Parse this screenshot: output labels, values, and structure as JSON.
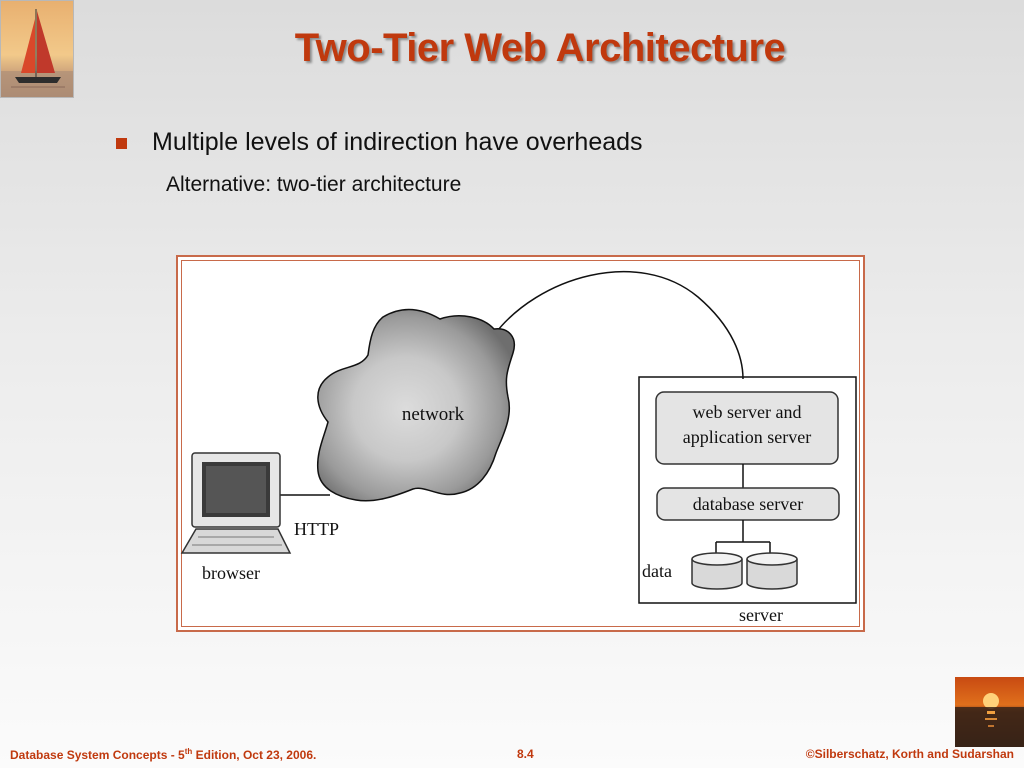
{
  "slide": {
    "title": "Two-Tier Web Architecture",
    "bullet": "Multiple levels of indirection have overheads",
    "sub_bullet": "Alternative: two-tier architecture"
  },
  "diagram": {
    "network_label": "network",
    "http_label": "HTTP",
    "browser_label": "browser",
    "web_app_server_line1": "web server and",
    "web_app_server_line2": "application server",
    "database_server_label": "database server",
    "data_label": "data",
    "server_label": "server"
  },
  "footer": {
    "left_prefix": "Database System Concepts - 5",
    "left_sup": "th",
    "left_suffix": " Edition, Oct 23, 2006.",
    "page": "8.4",
    "right": "©Silberschatz, Korth and Sudarshan"
  },
  "colors": {
    "title": "#c0390e",
    "footer": "#c0390e",
    "bullet": "#c0390e",
    "figure_border": "#c86a4a"
  }
}
